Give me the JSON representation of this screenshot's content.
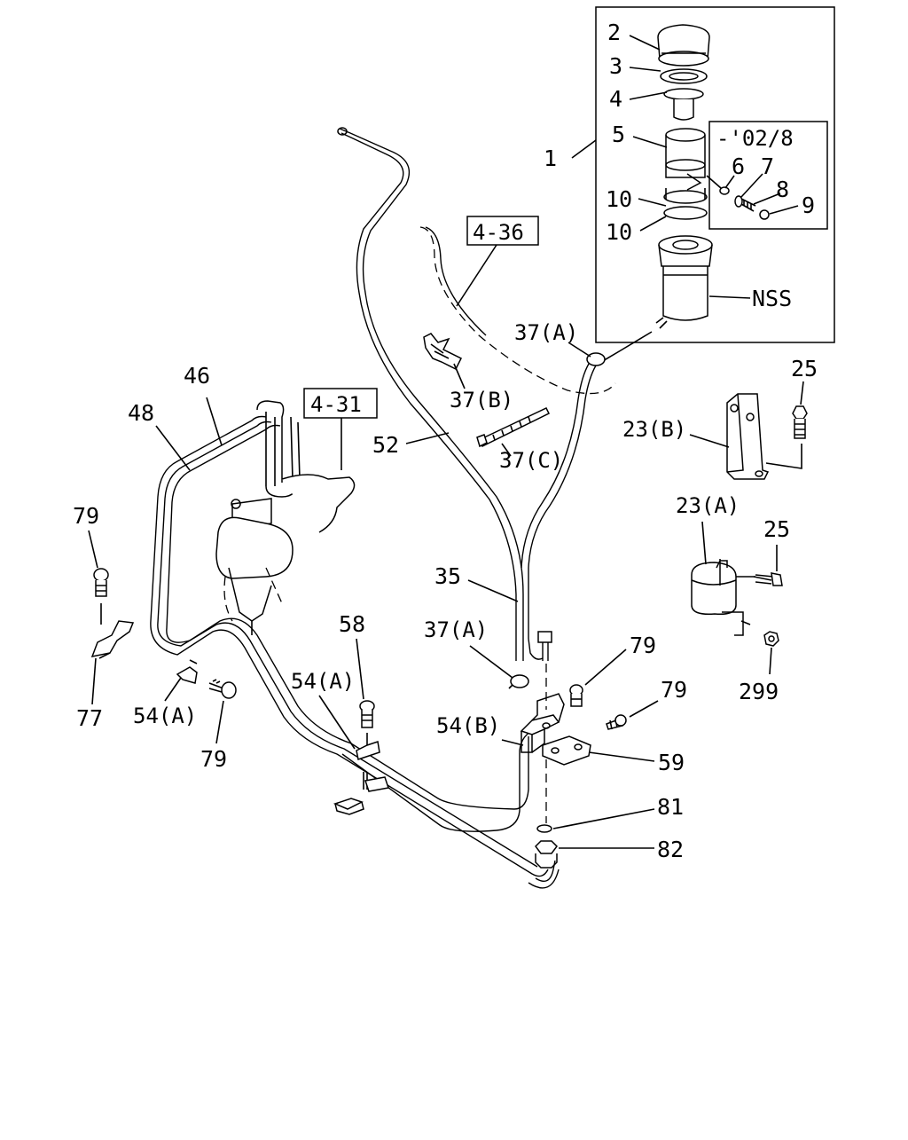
{
  "labels": {
    "l1": "1",
    "l2": "2",
    "l3": "3",
    "l4": "4",
    "l5": "5",
    "l6": "6",
    "l7": "7",
    "l8": "8",
    "l9": "9",
    "l10a": "10",
    "l10b": "10",
    "nss": "NSS",
    "date_note": "-'02/8",
    "ref_436": "4-36",
    "ref_431": "4-31",
    "l37a_top": "37(A)",
    "l37b": "37(B)",
    "l37c": "37(C)",
    "l37a_bot": "37(A)",
    "l46": "46",
    "l48": "48",
    "l52": "52",
    "l35": "35",
    "l25_top": "25",
    "l23b": "23(B)",
    "l23a": "23(A)",
    "l25_mid": "25",
    "l299": "299",
    "l79_left": "79",
    "l77": "77",
    "l54a_left": "54(A)",
    "l79_bot": "79",
    "l58": "58",
    "l54a_mid": "54(A)",
    "l54b": "54(B)",
    "l79_r1": "79",
    "l79_r2": "79",
    "l59": "59",
    "l81": "81",
    "l82": "82"
  }
}
